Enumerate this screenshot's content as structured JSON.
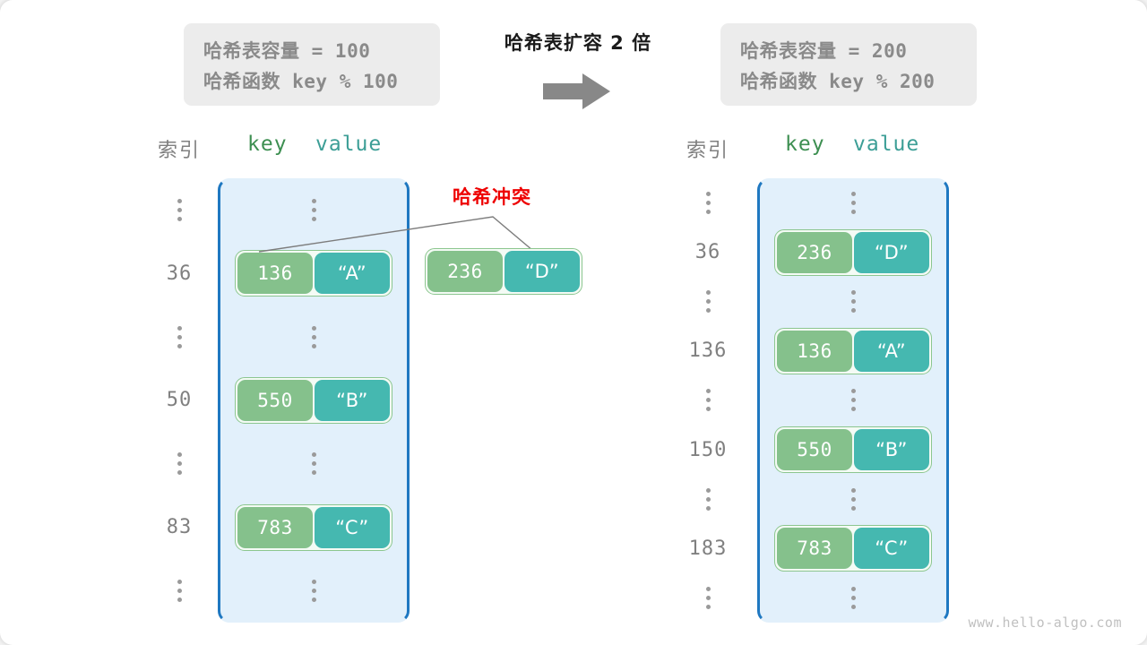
{
  "diagram": {
    "watermark": "www.hello-algo.com",
    "resize_title": "哈希表扩容 2 倍",
    "collision_label": "哈希冲突",
    "colors": {
      "table_fill": "#e2f0fb",
      "table_border": "#1f78c1",
      "key_box": "#85c18c",
      "value_box": "#45b8b0",
      "pair_outline": "#8cc68f",
      "index_text": "#808080",
      "key_header": "#3d8f51",
      "value_header": "#3c9e96",
      "collision_red": "#ee0000",
      "info_box_bg": "#ececec",
      "info_box_text": "#8a8a8a",
      "arrow_gray": "#888888"
    }
  },
  "info_left": {
    "capacity_label": "哈希表容量",
    "capacity_expr": " = 100",
    "function_label": "哈希函数",
    "function_expr": " key % 100"
  },
  "info_right": {
    "capacity_label": "哈希表容量",
    "capacity_expr": " = 200",
    "function_label": "哈希函数",
    "function_expr": " key % 200"
  },
  "headers": {
    "index": "索引",
    "key": "key",
    "value": "value"
  },
  "left_table": {
    "rows": [
      {
        "index": "⋮",
        "type": "ellipsis"
      },
      {
        "index": "36",
        "type": "pair",
        "key": "136",
        "value": "“A”"
      },
      {
        "index": "⋮",
        "type": "ellipsis"
      },
      {
        "index": "50",
        "type": "pair",
        "key": "550",
        "value": "“B”"
      },
      {
        "index": "⋮",
        "type": "ellipsis"
      },
      {
        "index": "83",
        "type": "pair",
        "key": "783",
        "value": "“C”"
      },
      {
        "index": "⋮",
        "type": "ellipsis"
      }
    ]
  },
  "right_table": {
    "rows": [
      {
        "index": "⋮",
        "type": "ellipsis"
      },
      {
        "index": "36",
        "type": "pair",
        "key": "236",
        "value": "“D”"
      },
      {
        "index": "⋮",
        "type": "ellipsis"
      },
      {
        "index": "136",
        "type": "pair",
        "key": "136",
        "value": "“A”"
      },
      {
        "index": "⋮",
        "type": "ellipsis"
      },
      {
        "index": "150",
        "type": "pair",
        "key": "550",
        "value": "“B”"
      },
      {
        "index": "⋮",
        "type": "ellipsis"
      },
      {
        "index": "183",
        "type": "pair",
        "key": "783",
        "value": "“C”"
      },
      {
        "index": "⋮",
        "type": "ellipsis"
      }
    ]
  },
  "collision_pair": {
    "key": "236",
    "value": "“D”"
  }
}
